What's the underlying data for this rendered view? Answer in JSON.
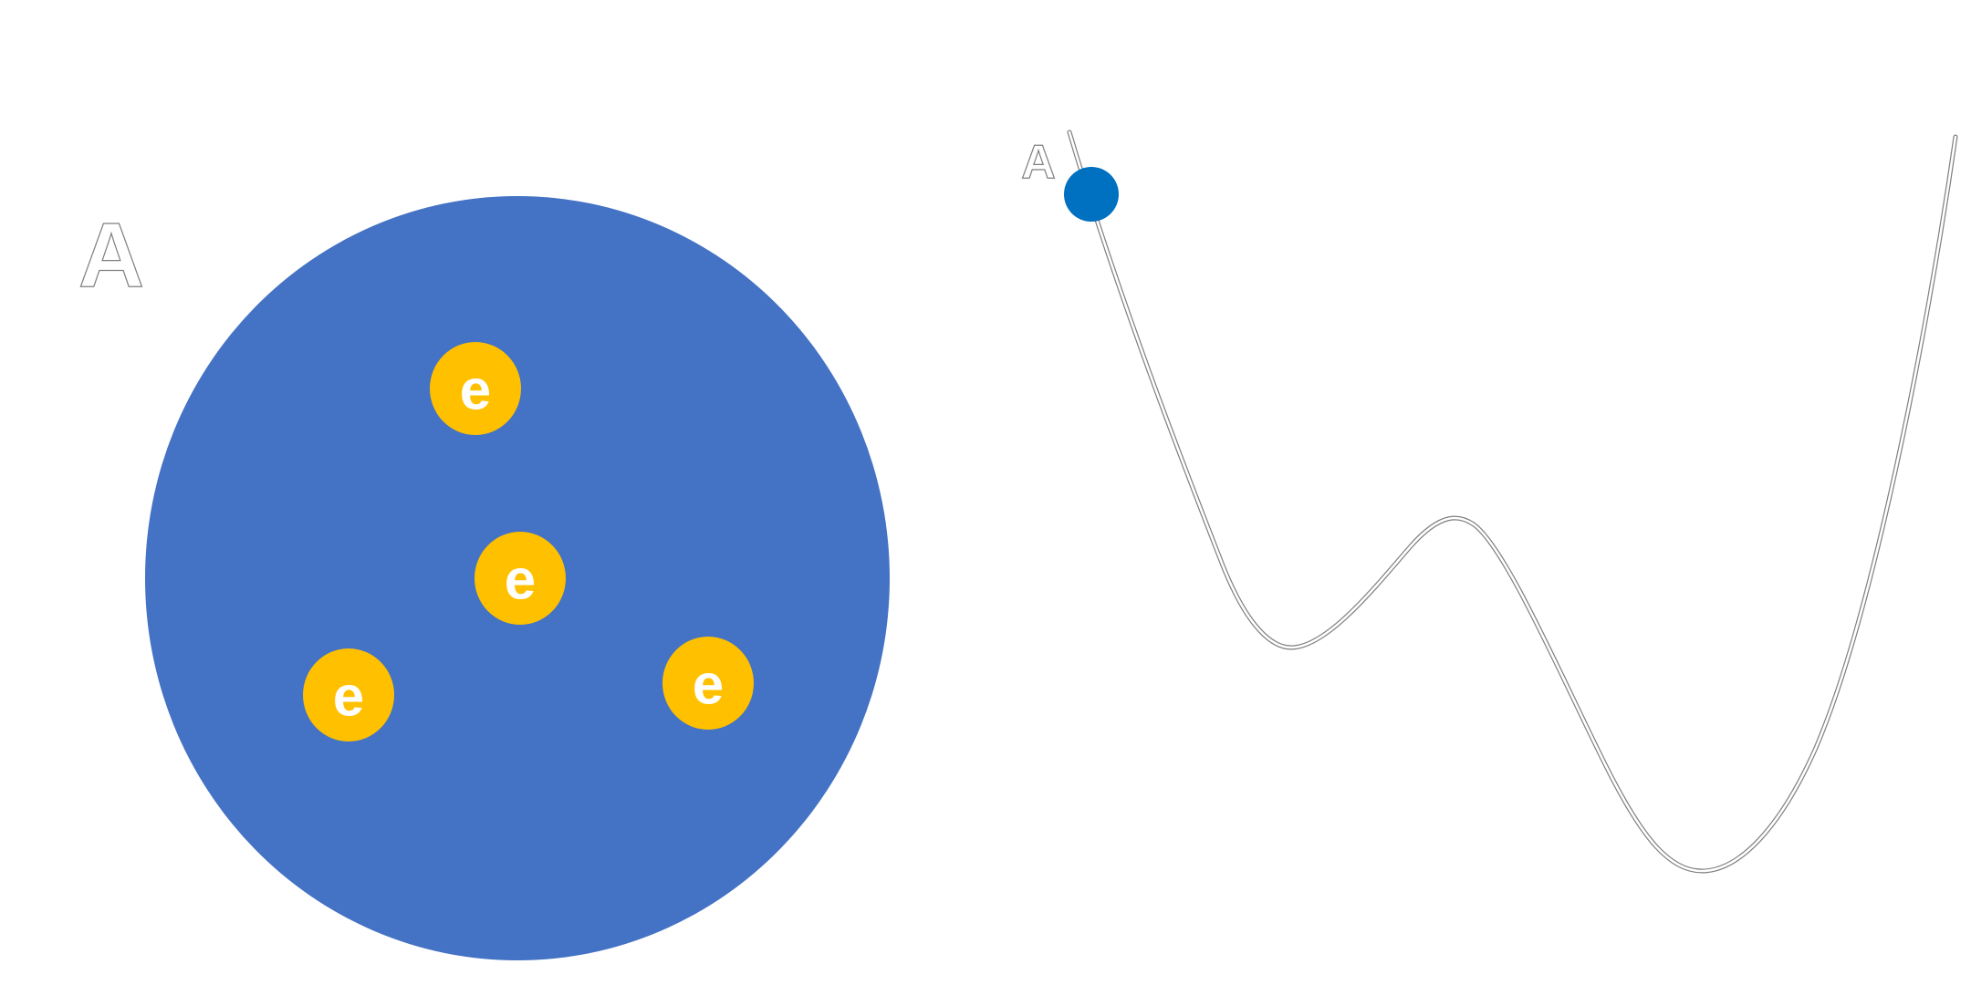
{
  "atom_panel": {
    "label": "A",
    "nucleus_color": "#4472c4",
    "electrons": [
      {
        "label": "e"
      },
      {
        "label": "e"
      },
      {
        "label": "e"
      },
      {
        "label": "e"
      }
    ],
    "electron_color": "#ffc000",
    "electron_text_color": "#ffffff"
  },
  "energy_panel": {
    "label": "A",
    "ball_color": "#0070c0",
    "curve_color": "#7f7f7f"
  }
}
